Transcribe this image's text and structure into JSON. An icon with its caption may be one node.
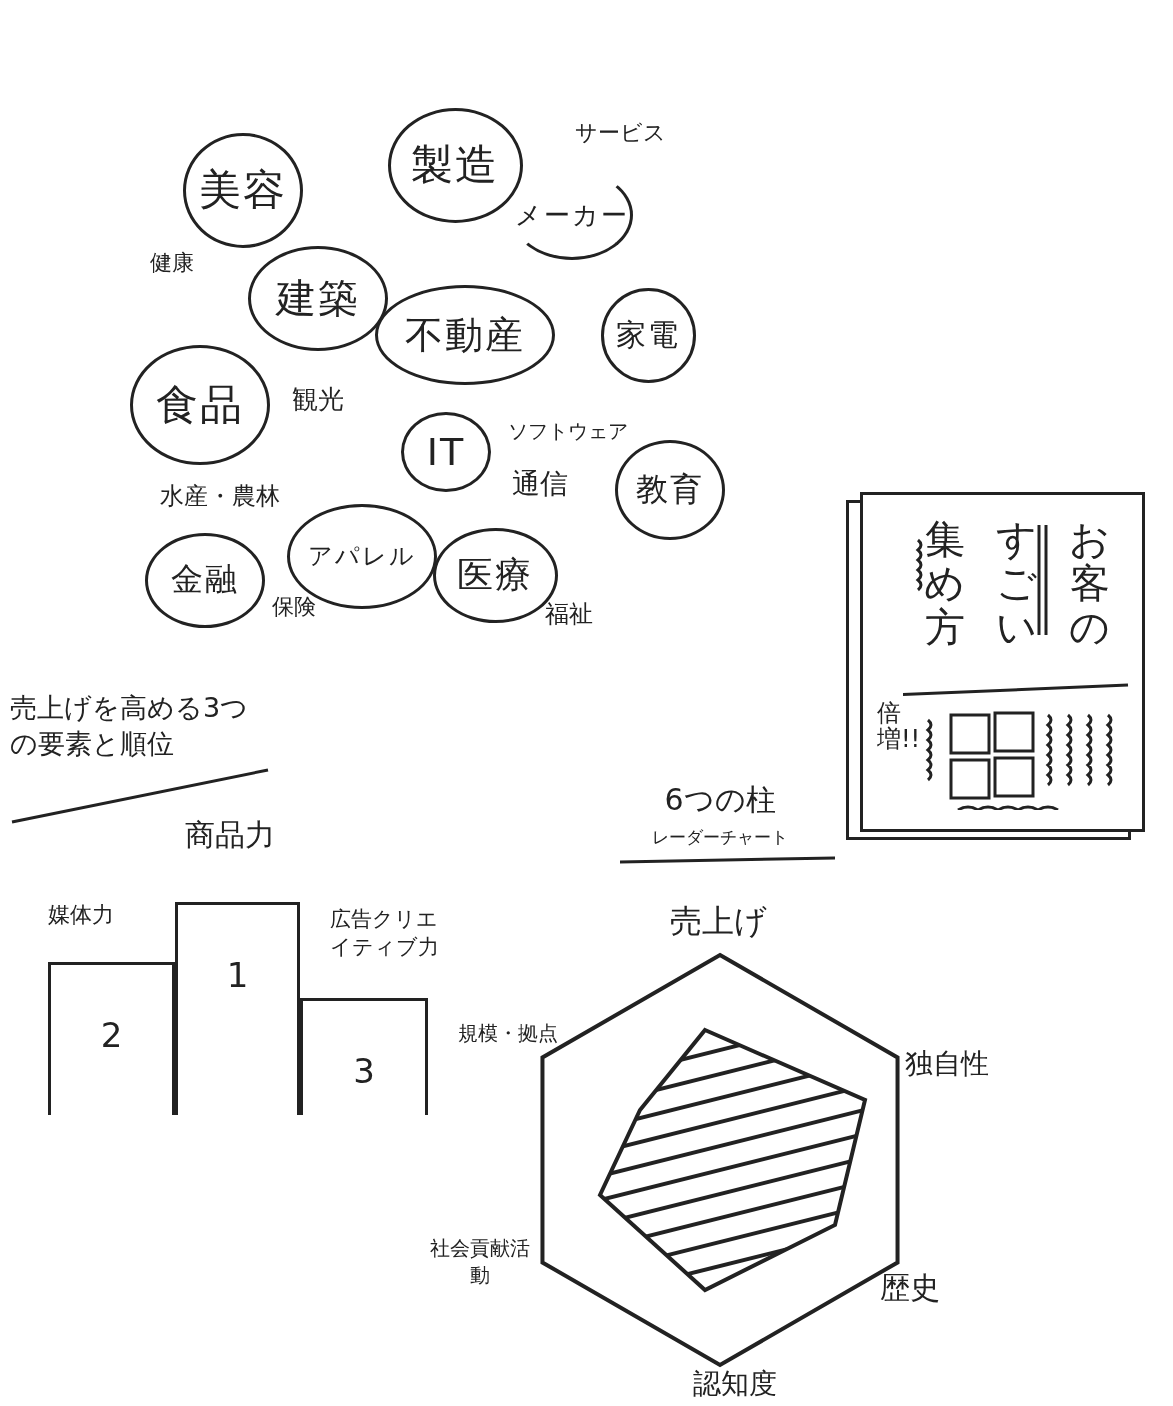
{
  "diagram": {
    "nodes": [
      {
        "text": [
          "美容"
        ]
      },
      {
        "text": [
          "製造"
        ]
      },
      {
        "text": [
          "メーカー"
        ]
      },
      {
        "text": [
          "建築"
        ]
      },
      {
        "text": [
          "不動産"
        ]
      },
      {
        "text": [
          "家電"
        ]
      },
      {
        "text": [
          "食品"
        ]
      },
      {
        "text": [
          "IT"
        ]
      },
      {
        "text": [
          "教育"
        ]
      },
      {
        "text": [
          "金融"
        ]
      },
      {
        "text": [
          "アパレル"
        ]
      },
      {
        "text": [
          "医療"
        ]
      },
      {
        "text": [
          "2"
        ]
      },
      {
        "text": [
          "1"
        ]
      },
      {
        "text": [
          "3"
        ]
      },
      {
        "text": [
          "お客のすごい集め方",
          "倍増!!"
        ]
      }
    ],
    "labels": [
      "サービス",
      "健康",
      "観光",
      "ソフトウェア",
      "通信",
      "水産・農林",
      "保険",
      "福祉",
      "売上げを高める3つの要素と順位",
      "商品力",
      "媒体力",
      "広告クリエイティブ力",
      "6つの柱",
      "レーダーチャート",
      "売上げ",
      "独自性",
      "規模・拠点",
      "歴史",
      "社会貢献活動",
      "認知度"
    ]
  }
}
